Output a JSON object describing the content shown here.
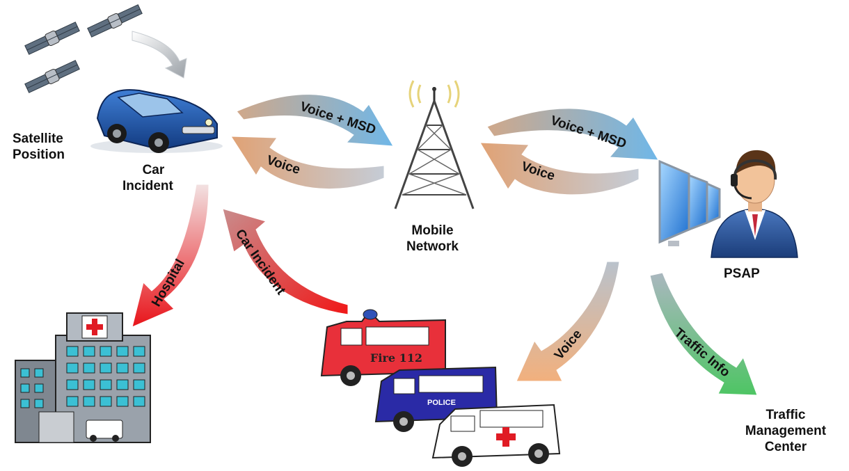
{
  "nodes": {
    "satellite": {
      "line1": "Satellite",
      "line2": "Position",
      "icon": "satellite-icon"
    },
    "car": {
      "line1": "Car",
      "line2": "Incident",
      "icon": "car-icon"
    },
    "mobile": {
      "line1": "Mobile",
      "line2": "Network",
      "icon": "cell-tower-icon"
    },
    "psap": {
      "line1": "PSAP",
      "icon": "operator-icon"
    },
    "traffic": {
      "line1": "Traffic",
      "line2": "Management",
      "line3": "Center"
    },
    "hospital": {
      "icon": "hospital-icon"
    },
    "emergency": {
      "icon": "emergency-vehicles-icon"
    }
  },
  "arrows": {
    "car_to_mobile": "Voice + MSD",
    "mobile_to_car": "Voice",
    "mobile_to_psap": "Voice + MSD",
    "psap_to_mobile": "Voice",
    "car_to_hospital": "Hospital",
    "emergency_to_car": "Car Incident",
    "psap_to_emergency": "Voice",
    "psap_to_traffic": "Traffic Info"
  },
  "vehicles": {
    "fire_label": "Fire 112",
    "police_label": "POLICE"
  },
  "colors": {
    "blue_arrow": "#7fb8e0",
    "tan_arrow": "#d9a87c",
    "red_arrow": "#e8262a",
    "green_arrow": "#5cc46a",
    "car_blue": "#1f55a8",
    "screen_blue": "#3a8fe0"
  }
}
